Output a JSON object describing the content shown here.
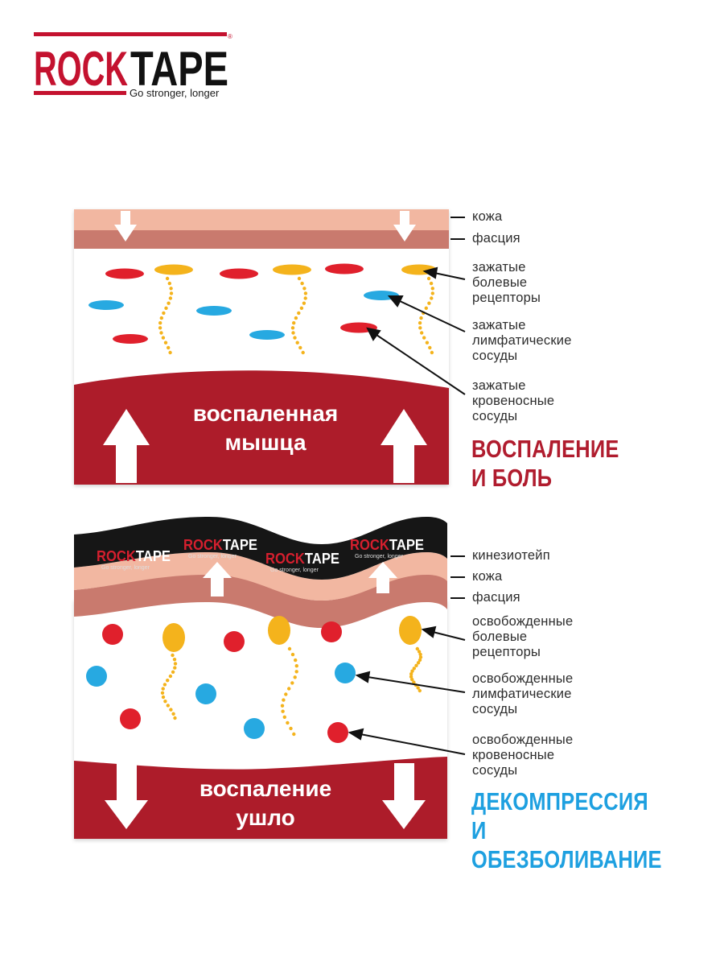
{
  "logo": {
    "brand": "ROCKTAPE",
    "brand_rock": "ROCK",
    "brand_tape": "TAPE",
    "tagline": "Go stronger, longer",
    "registered": "®"
  },
  "diagram_top": {
    "muscle_label": "воспаленная\nмышца",
    "labels": {
      "skin": "кожа",
      "fascia": "фасция",
      "pain_receptors": "зажатые\nболевые\nрецепторы",
      "lymph_vessels": "зажатые\nлимфатические\nсосуды",
      "blood_vessels": "зажатые\nкровеносные\nсосуды"
    },
    "headline": "ВОСПАЛЕНИЕ\nИ БОЛЬ"
  },
  "diagram_bottom": {
    "tape_brand": "ROCKTAPE",
    "tape_tagline": "Go stronger, longer",
    "muscle_label": "воспаление\nушло",
    "labels": {
      "tape": "кинезиотейп",
      "skin": "кожа",
      "fascia": "фасция",
      "pain_receptors": "освобожденные\nболевые\nрецепторы",
      "lymph_vessels": "освобожденные\nлимфатические\nсосуды",
      "blood_vessels": "освобожденные\nкровеносные\nсосуды"
    },
    "headline": "ДЕКОМПРЕССИЯ\nИ ОБЕЗБОЛИВАНИЕ"
  },
  "colors": {
    "brand_red": "#c4122f",
    "muscle_red": "#ad1a2a",
    "skin": "#f2b7a1",
    "fascia": "#c97a6e",
    "blood_red": "#e0202c",
    "receptor_yellow": "#f4b31c",
    "lymph_blue": "#27a9e1",
    "tape_black": "#161616",
    "headline_red": "#b01c2e",
    "headline_blue": "#1ea0e0"
  }
}
